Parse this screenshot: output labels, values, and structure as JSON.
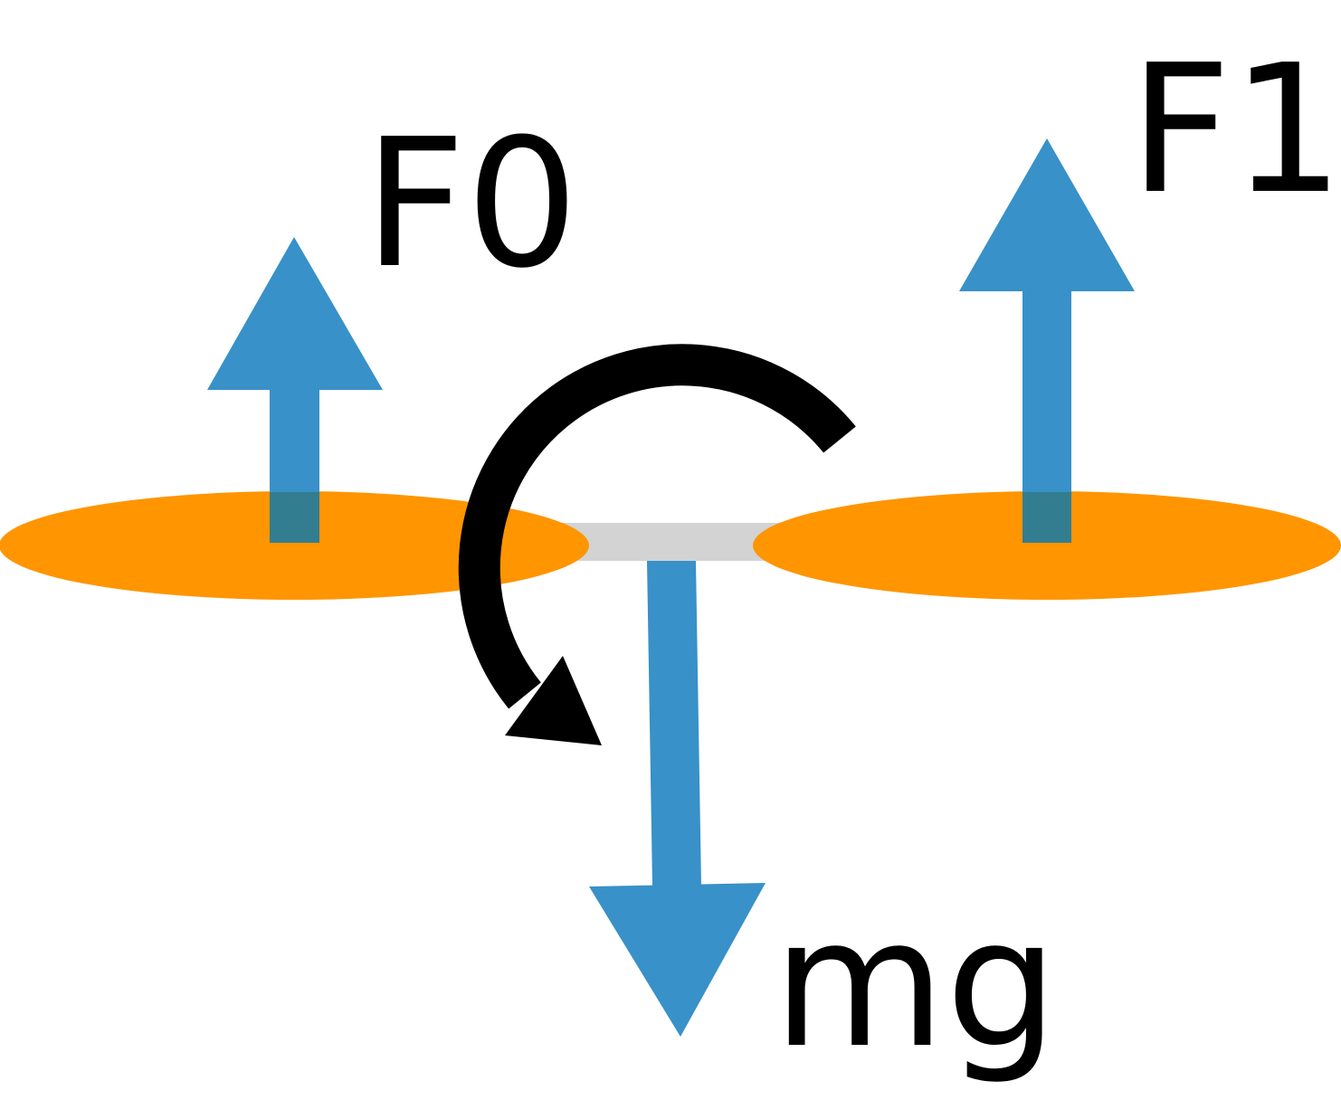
{
  "labels": {
    "f0": "F0",
    "f1": "F1",
    "weight": "mg"
  },
  "colors": {
    "rotor": "#ff9500",
    "arm": "#d3d3d3",
    "force_arrow": "#3891c8",
    "overlap": "#337d91",
    "moment_arrow": "#000000",
    "background": "#ffffff"
  },
  "icons": {
    "rotation": "curved-arrow-clockwise-icon"
  }
}
